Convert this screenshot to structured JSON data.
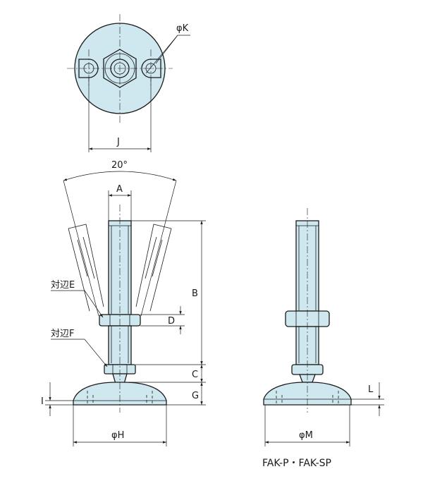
{
  "labels": {
    "phi_k": "φK",
    "j": "J",
    "angle": "20°",
    "a": "A",
    "b": "B",
    "c": "C",
    "d": "D",
    "g": "G",
    "i": "I",
    "l": "L",
    "across_flats_e": "対辺E",
    "across_flats_f": "対辺F",
    "phi_h": "φH",
    "phi_m": "φM"
  },
  "caption": "FAK-P・FAK-SP",
  "colors": {
    "fill": "#cfe8ef",
    "line": "#1a1a1a"
  }
}
